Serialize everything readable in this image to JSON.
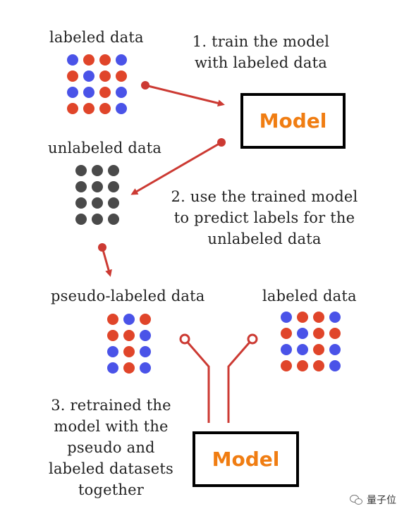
{
  "colors": {
    "red": "#e0452a",
    "blue": "#4a53e8",
    "gray": "#4a4a4a",
    "arrow": "#cc3a33",
    "model_text": "#f07d12"
  },
  "labels": {
    "labeled_data_top": "labeled data",
    "step1_line1": "1. train the model",
    "step1_line2": "with labeled data",
    "unlabeled_data": "unlabeled data",
    "step2_line1": "2. use the trained model",
    "step2_line2": "to predict labels for the",
    "step2_line3": "unlabeled data",
    "pseudo_labeled_data": "pseudo-labeled data",
    "labeled_data_right": "labeled data",
    "step3_line1": "3. retrained the",
    "step3_line2": "model with the",
    "step3_line3": "pseudo and",
    "step3_line4": "labeled datasets",
    "step3_line5": "together"
  },
  "model_top": {
    "label": "Model"
  },
  "model_bottom": {
    "label": "Model"
  },
  "watermark": {
    "text": "量子位"
  },
  "grids": {
    "labeled_top": [
      [
        "blue",
        "red",
        "red",
        "blue"
      ],
      [
        "red",
        "blue",
        "red",
        "red"
      ],
      [
        "blue",
        "blue",
        "red",
        "blue"
      ],
      [
        "red",
        "red",
        "red",
        "blue"
      ]
    ],
    "unlabeled": [
      [
        "gray",
        "gray",
        "gray"
      ],
      [
        "gray",
        "gray",
        "gray"
      ],
      [
        "gray",
        "gray",
        "gray"
      ],
      [
        "gray",
        "gray",
        "gray"
      ]
    ],
    "pseudo_labeled": [
      [
        "red",
        "blue",
        "red"
      ],
      [
        "red",
        "red",
        "blue"
      ],
      [
        "blue",
        "red",
        "blue"
      ],
      [
        "blue",
        "red",
        "blue"
      ]
    ],
    "labeled_right": [
      [
        "blue",
        "red",
        "red",
        "blue"
      ],
      [
        "red",
        "blue",
        "red",
        "red"
      ],
      [
        "blue",
        "blue",
        "red",
        "blue"
      ],
      [
        "red",
        "red",
        "red",
        "blue"
      ]
    ]
  }
}
